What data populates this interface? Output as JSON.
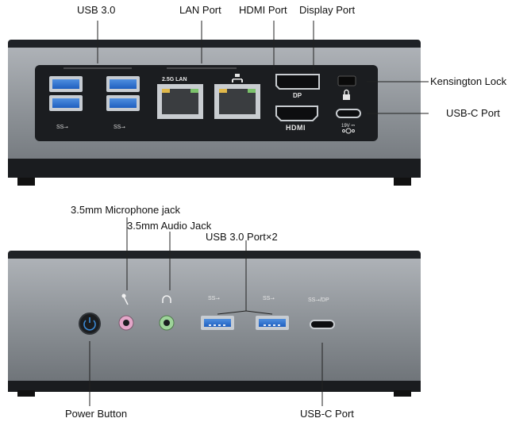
{
  "top_view": {
    "labels": {
      "usb30": "USB 3.0",
      "lan_port": "LAN Port",
      "hdmi_port": "HDMI Port",
      "display_port": "Display Port",
      "kensington_lock": "Kensington Lock",
      "usbc_port": "USB-C Port"
    },
    "panel_text": {
      "usb_logo_left": "SS⭢",
      "usb_logo_right": "SS⭢",
      "lan_2_5g": "2.5G LAN",
      "dp": "DP",
      "hdmi": "HDMI",
      "power_rating": "19V ⎓"
    }
  },
  "bottom_view": {
    "labels": {
      "microphone_jack": "3.5mm Microphone jack",
      "audio_jack": "3.5mm Audio Jack",
      "usb30_port_x2": "USB 3.0 Port×2",
      "power_button": "Power Button",
      "usbc_port": "USB-C Port"
    },
    "panel_text": {
      "usb_logo_1": "SS⭢",
      "usb_logo_2": "SS⭢",
      "usbc_dp": "SS⭢/DP"
    }
  }
}
